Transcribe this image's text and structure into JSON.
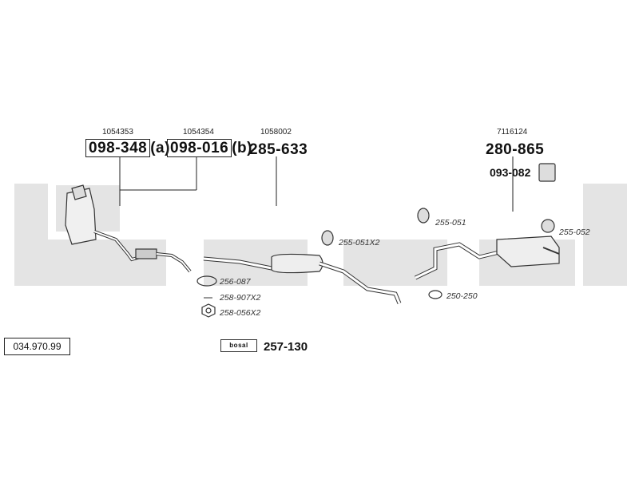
{
  "watermark": "bosal",
  "header_parts": {
    "oem1": "1054353",
    "oem2": "1054354",
    "oem3": "1058002",
    "oem4": "7116124",
    "p1": "098-348",
    "p1_suffix": "(a)",
    "p2": "098-016",
    "p2_suffix": "(b)",
    "p3": "285-633",
    "p4": "280-865",
    "p5": "093-082"
  },
  "callouts": {
    "c1": "255-051X2",
    "c2": "255-051",
    "c3": "255-052",
    "c4": "250-250",
    "c5": "256-087",
    "c6": "258-907X2",
    "c7": "258-056X2"
  },
  "kit": {
    "badge": "bosal",
    "number": "257-130"
  },
  "reference_number": "034.970.99"
}
